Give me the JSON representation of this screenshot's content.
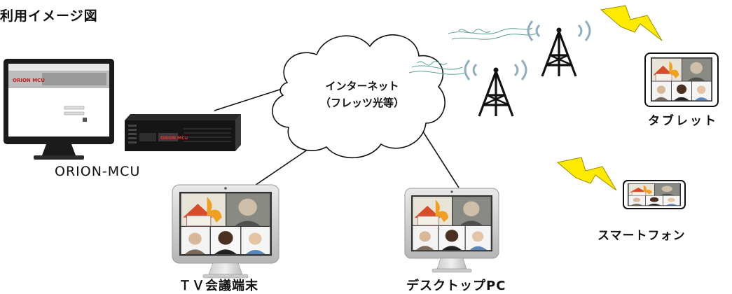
{
  "title": "利用イメージ図",
  "cloud": {
    "line1": "インターネット",
    "line2": "（フレッツ光等）"
  },
  "labels": {
    "mcu": "ORION-MCU",
    "tv": "ＴＶ会議端末",
    "desktop": "デスクトップPC",
    "tablet": "タブレット",
    "smartphone": "スマートフォン"
  },
  "mcu_screen": {
    "logo": "ORION MCU"
  },
  "server": {
    "logo": "ORION MCU"
  }
}
